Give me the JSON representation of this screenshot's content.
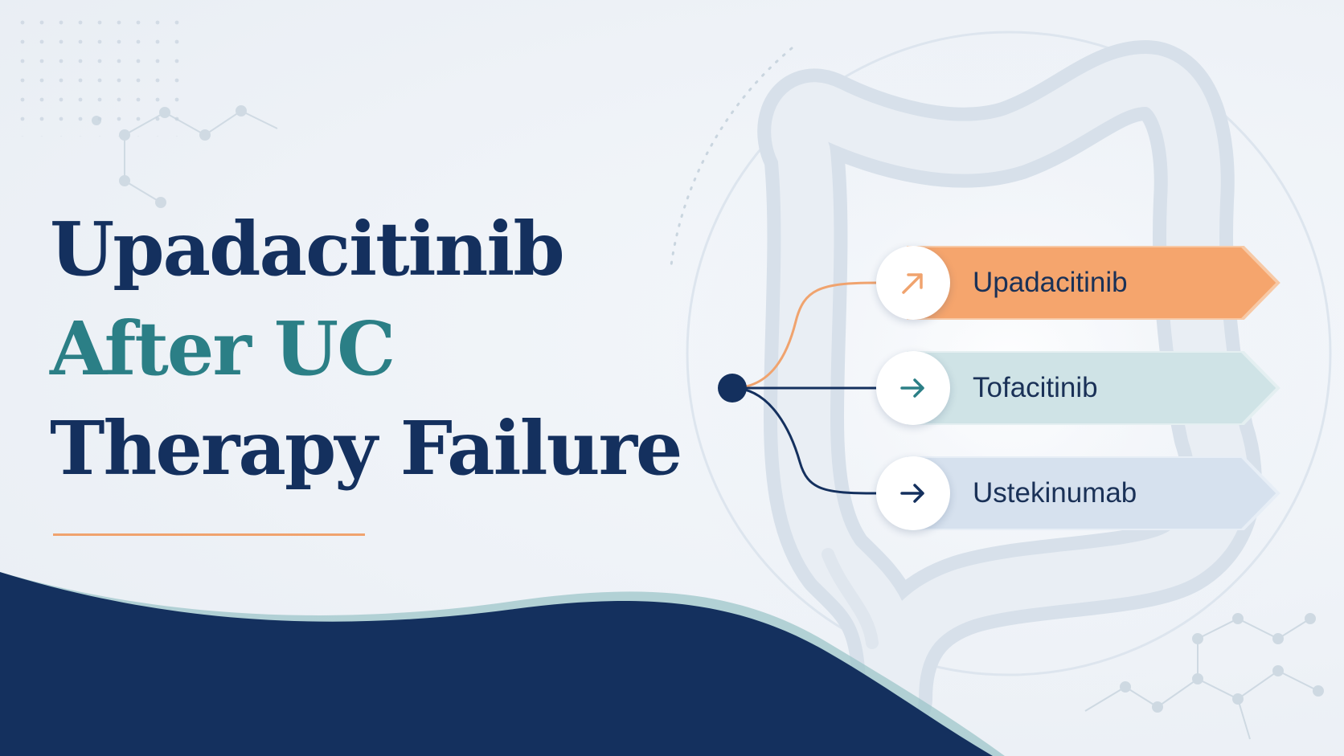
{
  "title": {
    "line1": "Upadacitinib",
    "line2": "After UC",
    "line3": "Therapy Failure"
  },
  "colors": {
    "navy": "#14305e",
    "teal": "#2b7f86",
    "orange": "#f0a36e",
    "orange_fill": "#f5a56d",
    "teal_fill": "#cfe3e6",
    "blue_fill": "#d6e1ee"
  },
  "options": [
    {
      "label": "Upadacitinib",
      "icon": "arrow-up-right-icon",
      "color": "#f5a56d"
    },
    {
      "label": "Tofacitinib",
      "icon": "arrow-right-icon",
      "color": "#cfe3e6"
    },
    {
      "label": "Ustekinumab",
      "icon": "arrow-right-icon",
      "color": "#d6e1ee"
    }
  ]
}
